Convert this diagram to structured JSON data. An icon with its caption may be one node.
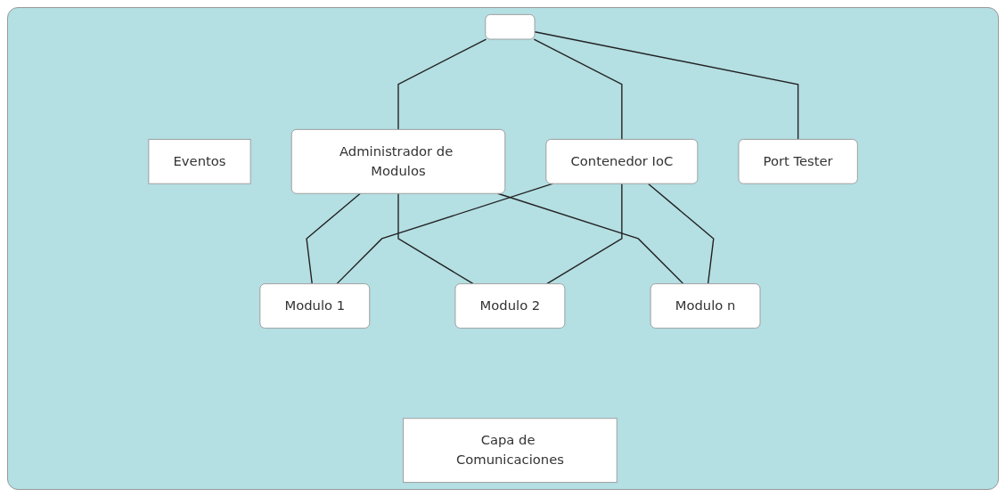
{
  "diagram": {
    "nodes": [
      {
        "text": [
          "Eventos"
        ]
      },
      {
        "text": [],
        "shape": "box"
      },
      {
        "text": [
          "Contenedor IoC"
        ]
      },
      {
        "text": [
          "Administrador de Modulos"
        ]
      },
      {
        "text": [
          "Port Tester"
        ]
      },
      {
        "text": [
          "Modulo 1"
        ]
      },
      {
        "text": [
          "Modulo 2"
        ]
      },
      {
        "text": [
          "Modulo n"
        ]
      },
      {
        "text": [
          "Capa de Comunicaciones"
        ]
      }
    ],
    "edges": [
      {
        "from": 1,
        "to": 2,
        "arrow": "none"
      },
      {
        "from": 1,
        "to": 3,
        "arrow": "none"
      },
      {
        "from": 1,
        "to": 4,
        "arrow": "none"
      },
      {
        "from": 3,
        "to": 5,
        "arrow": "none"
      },
      {
        "from": 3,
        "to": 6,
        "arrow": "none"
      },
      {
        "from": 3,
        "to": 7,
        "arrow": "none"
      },
      {
        "from": 2,
        "to": 5,
        "arrow": "none"
      },
      {
        "from": 2,
        "to": 6,
        "arrow": "none"
      },
      {
        "from": 2,
        "to": 7,
        "arrow": "none"
      }
    ]
  }
}
